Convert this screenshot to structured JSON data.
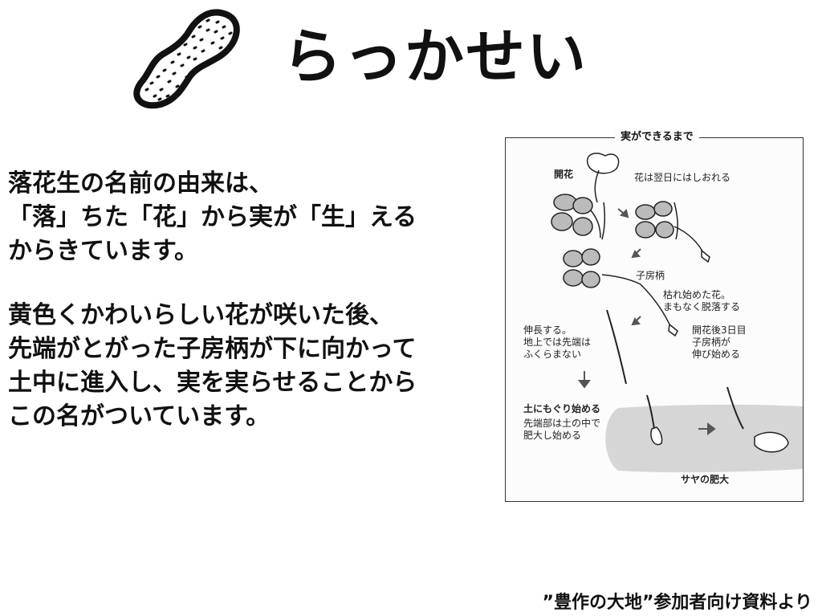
{
  "title": "らっかせい",
  "paragraph1": [
    "落花生の名前の由来は、",
    "「落」ちた「花」から実が「生」える",
    "からきています。"
  ],
  "paragraph2": [
    "黄色くかわいらしい花が咲いた後、",
    "先端がとがった子房柄が下に向かって",
    "土中に進入し、実を実らせることから",
    "この名がついています。"
  ],
  "diagram": {
    "title": "実ができるまで",
    "labels": {
      "kaika": "開花",
      "hana_wilt": "花は翌日にはしおれる",
      "shibouhei": "子房柄",
      "kare": [
        "枯れ始めた花。",
        "まもなく脱落する"
      ],
      "shinchou": [
        "伸長する。",
        "地上では先端は",
        "ふくらまない"
      ],
      "kaika3": [
        "開花後3日目",
        "子房柄が",
        "伸び始める"
      ],
      "moguri": "土にもぐり始める",
      "hidai_start": [
        "先端部は土の中で",
        "肥大し始める"
      ],
      "saya": "サヤの肥大"
    }
  },
  "source": "”豊作の大地”参加者向け資料より"
}
